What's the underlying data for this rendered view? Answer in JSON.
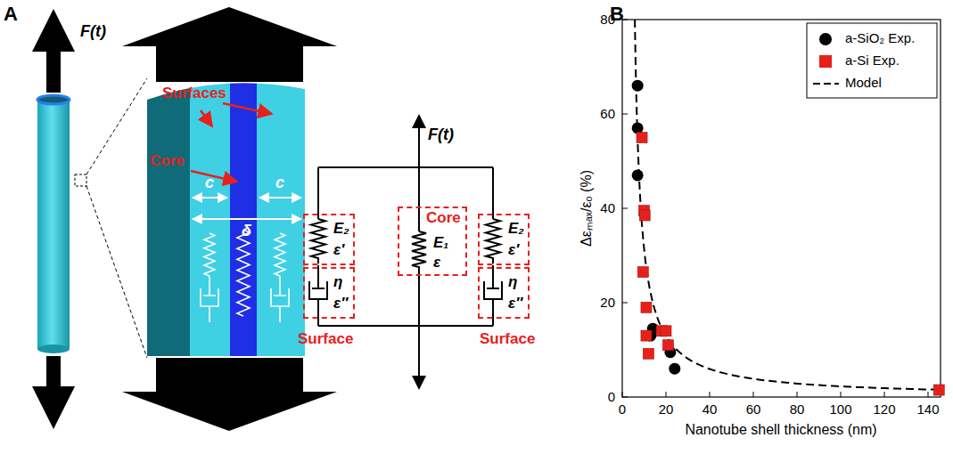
{
  "diagram": {
    "nodes": [
      {
        "text": [
          "E₂",
          "ε′"
        ]
      },
      {
        "text": [
          "η",
          "ε″"
        ]
      },
      {
        "text": [
          "Core",
          "E₁",
          "ε"
        ]
      },
      {
        "text": [
          "E₂",
          "ε′"
        ]
      },
      {
        "text": [
          "η",
          "ε″"
        ]
      }
    ],
    "edges": [
      {
        "from": 0,
        "to": 1,
        "arrow": "none"
      },
      {
        "from": 3,
        "to": 4,
        "arrow": "none"
      }
    ],
    "labels": [
      "A",
      "F(t)",
      "Surfaces",
      "Core",
      "c",
      "c",
      "δ",
      "F(t)",
      "Surface",
      "Surface",
      "B",
      "0",
      "20",
      "40",
      "60",
      "80",
      "0",
      "20",
      "40",
      "60",
      "80",
      "100",
      "120",
      "140",
      "Δεₘₐₓ/εₒ (%)",
      "Nanotube shell thickness (nm)"
    ],
    "legend": [
      {
        "text": "a-SiO₂ Exp.",
        "color": "#000000"
      },
      {
        "text": "a-Si Exp.",
        "color": "#e8201c"
      },
      {
        "text": "Model"
      }
    ]
  }
}
